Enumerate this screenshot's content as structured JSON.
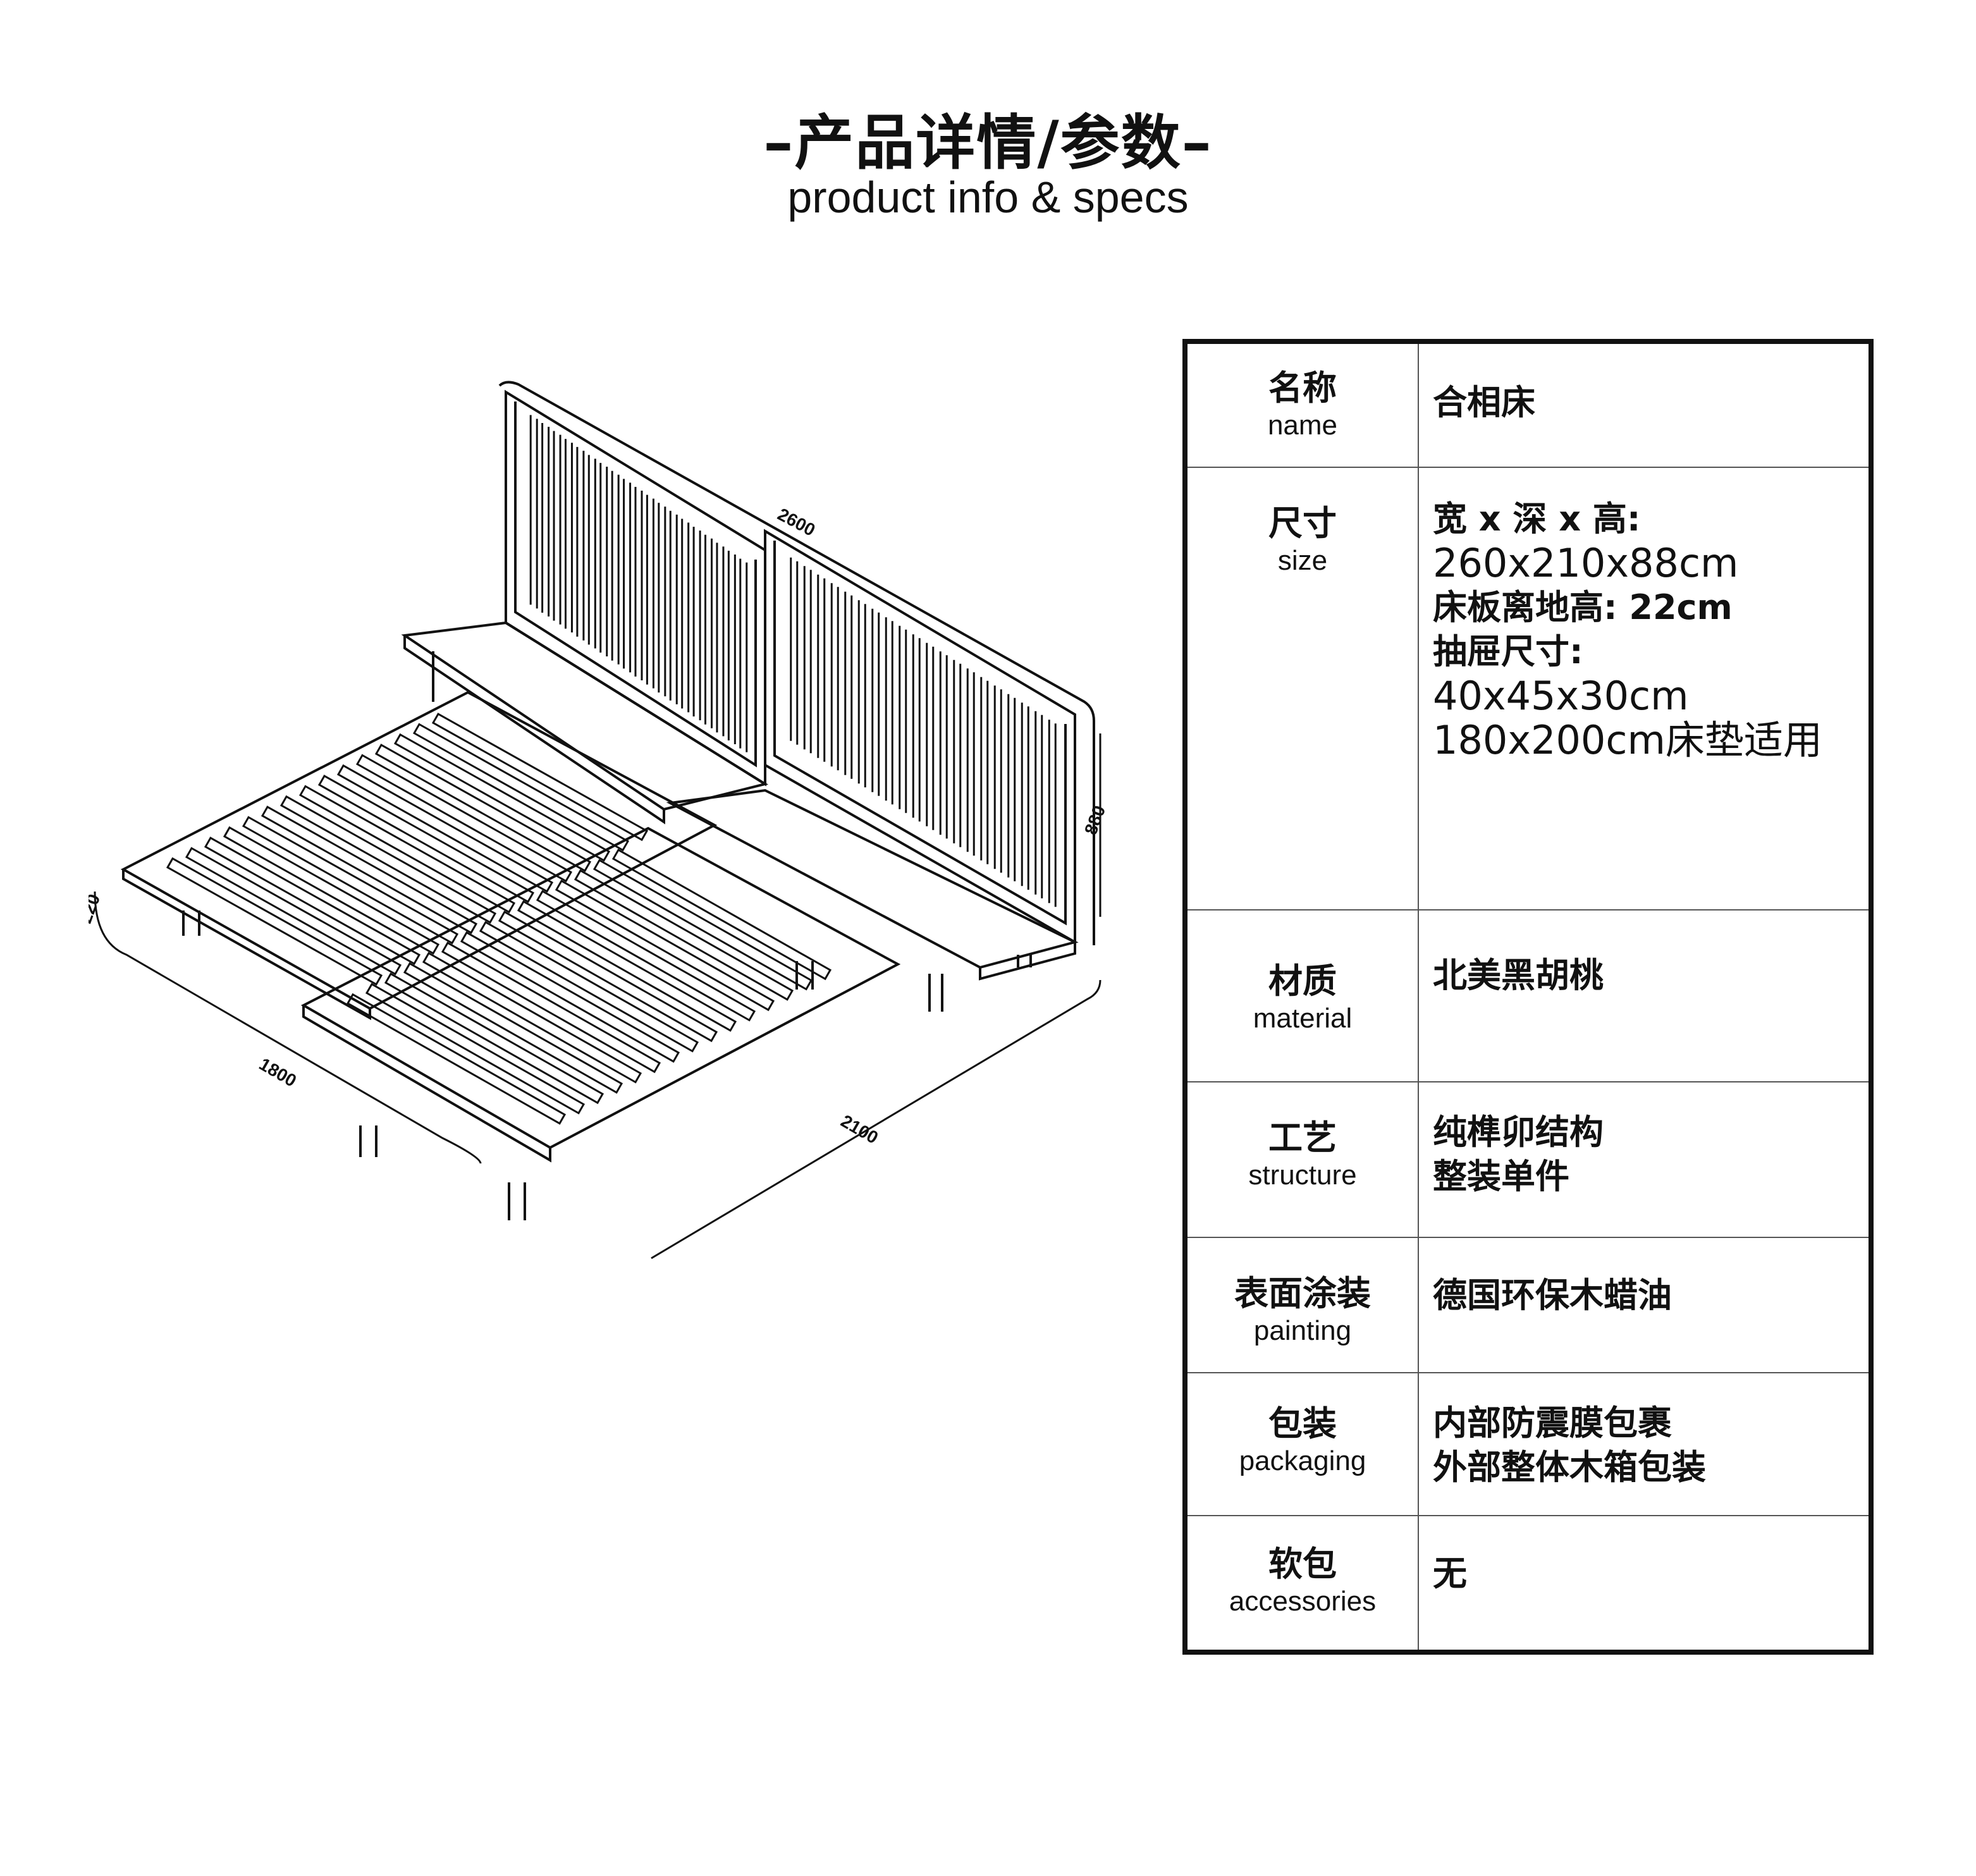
{
  "header": {
    "title_cn": "–产品详情/参数–",
    "title_en": "product info & specs"
  },
  "drawing": {
    "dim_width": "2600",
    "dim_height": "880",
    "dim_leg": "220",
    "dim_bed_width": "1800",
    "dim_depth": "2100"
  },
  "specs": [
    {
      "label_cn": "名称",
      "label_en": "name",
      "values": [
        "合相床"
      ]
    },
    {
      "label_cn": "尺寸",
      "label_en": "size",
      "values": [
        "宽 x 深 x 高:",
        "260x210x88cm",
        "床板离地高: 22cm",
        "抽屉尺寸:",
        "40x45x30cm",
        "180x200cm床垫适用"
      ]
    },
    {
      "label_cn": "材质",
      "label_en": "material",
      "values": [
        "北美黑胡桃"
      ]
    },
    {
      "label_cn": "工艺",
      "label_en": "structure",
      "values": [
        "纯榫卯结构",
        "整装单件"
      ]
    },
    {
      "label_cn": "表面涂装",
      "label_en": "painting",
      "values": [
        "德国环保木蜡油"
      ]
    },
    {
      "label_cn": "包装",
      "label_en": "packaging",
      "values": [
        "内部防震膜包裹",
        "外部整体木箱包装"
      ]
    },
    {
      "label_cn": "软包",
      "label_en": "accessories",
      "values": [
        "无"
      ]
    }
  ]
}
